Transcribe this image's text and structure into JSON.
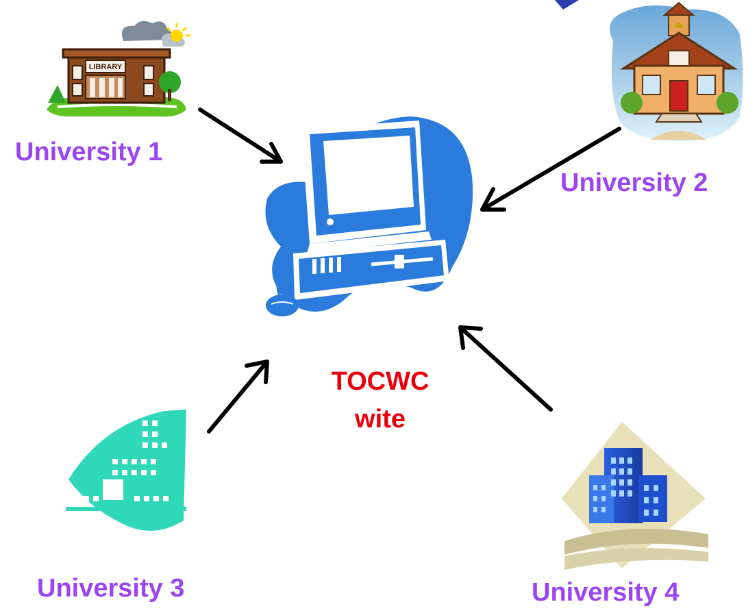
{
  "nodes": {
    "university_1": {
      "label": "University 1"
    },
    "university_2": {
      "label": "University 2"
    },
    "university_3": {
      "label": "University 3"
    },
    "university_4": {
      "label": "University 4"
    },
    "center": {
      "line1": "TOCWC",
      "line2": "wite"
    }
  },
  "colors": {
    "university_label": "#9b45f0",
    "center_label": "#e8000b",
    "computer_blue": "#2b7bdc",
    "arrow": "#000000",
    "title_fragment": "#2b3fb0"
  },
  "icons": {
    "university_1": "library-building-icon",
    "university_2": "schoolhouse-icon",
    "university_3": "office-building-icon",
    "university_4": "skyscraper-icon",
    "center": "desktop-computer-icon"
  }
}
